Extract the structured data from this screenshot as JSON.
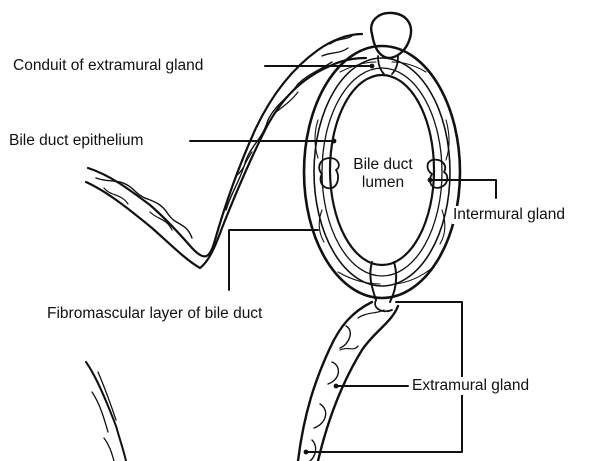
{
  "labels": {
    "conduit": "Conduit of extramural gland",
    "epithelium": "Bile duct epithelium",
    "lumen_line1": "Bile duct",
    "lumen_line2": "lumen",
    "intermural": "Intermural gland",
    "fibromascular": "Fibromascular layer of bile duct",
    "extramural": "Extramural gland"
  },
  "colors": {
    "ink": "#111111",
    "background": "#ffffff"
  }
}
